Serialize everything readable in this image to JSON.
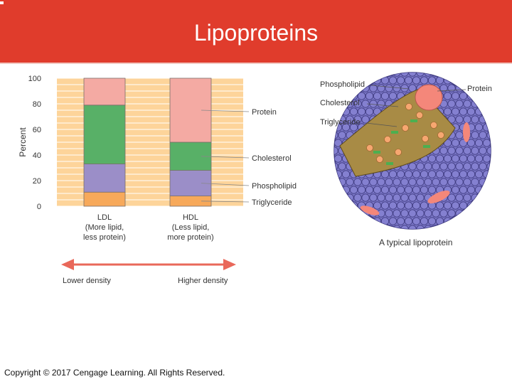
{
  "header": {
    "title": "Lipoproteins"
  },
  "footer": {
    "copyright": "Copyright © 2017 Cengage Learning. All Rights Reserved."
  },
  "chart_data": {
    "type": "bar",
    "stacked": true,
    "ylabel": "Percent",
    "ylim": [
      0,
      100
    ],
    "yticks": [
      0,
      20,
      40,
      60,
      80,
      100
    ],
    "categories": [
      "LDL",
      "HDL"
    ],
    "category_notes": [
      [
        "(More lipid,",
        "less protein)"
      ],
      [
        "(Less lipid,",
        "more protein)"
      ]
    ],
    "series": [
      {
        "name": "Triglyceride",
        "values": [
          11,
          8
        ],
        "color": "#f7a95a"
      },
      {
        "name": "Phospholipid",
        "values": [
          22,
          20
        ],
        "color": "#9b8ec8"
      },
      {
        "name": "Cholesterol",
        "values": [
          46,
          22
        ],
        "color": "#58b067"
      },
      {
        "name": "Protein",
        "values": [
          21,
          50
        ],
        "color": "#f4aaa3"
      }
    ],
    "background_color": "#fdd49a",
    "density_axis": {
      "left": "Lower density",
      "right": "Higher density",
      "color": "#e9685a"
    }
  },
  "diagram": {
    "labels": [
      "Phospholipid",
      "Cholesterol",
      "Triglyceride",
      "Protein"
    ],
    "caption": "A typical lipoprotein",
    "sphere_color": "#7b77c7",
    "core_color": "#a88b45",
    "protein_color": "#f4877a"
  }
}
